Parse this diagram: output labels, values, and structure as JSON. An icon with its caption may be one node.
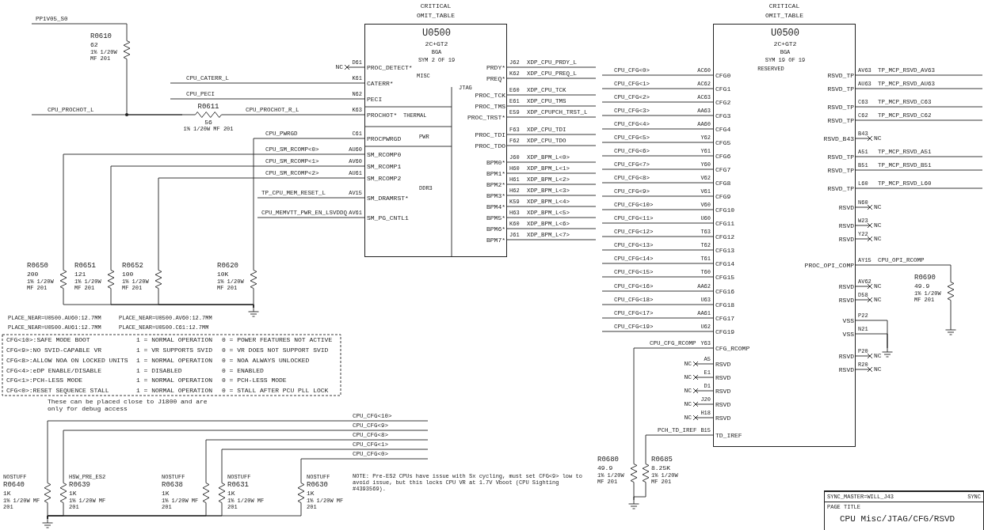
{
  "diagram": {
    "nodes": [
      {
        "text": [
          "CRITICAL",
          "OMIT_TABLE",
          "U0500",
          "2C+GT2",
          "BGA",
          "SYM 2 OF 19",
          "MISC",
          "THERMAL",
          "PWR",
          "DDR3",
          "JTAG",
          "PROC_DETECT*",
          "CATERR*",
          "PECI",
          "PROCHOT*",
          "PROCPWRGD",
          "SM_RCOMP0",
          "SM_RCOMP1",
          "SM_RCOMP2",
          "SM_DRAMRST*",
          "SM_PG_CNTL1",
          "PRDY*",
          "PREQ*",
          "PROC_TCK",
          "PROC_TMS",
          "PROC_TRST*",
          "PROC_TDI",
          "PROC_TDO",
          "BPM0*",
          "BPM1*",
          "BPM2*",
          "BPM3*",
          "BPM4*",
          "BPM5*",
          "BPM6*",
          "BPM7*"
        ],
        "beside": [
          "D61",
          "K61",
          "N62",
          "K63",
          "C61",
          "AU60",
          "AV60",
          "AU61",
          "AV15",
          "AV61",
          "J62",
          "K62",
          "E60",
          "E61",
          "E59",
          "F63",
          "F62",
          "J60",
          "H60",
          "H61",
          "H62",
          "K59",
          "H63",
          "K60",
          "J61"
        ]
      },
      {
        "text": [
          "R0610",
          "62",
          "1% 1/20W MF 201"
        ]
      },
      {
        "text": [
          "R0611",
          "56",
          "1% 1/20W MF 201"
        ]
      },
      {
        "text": [
          "R0650",
          "200",
          "1% 1/20W MF 201"
        ]
      },
      {
        "text": [
          "R0651",
          "121",
          "1% 1/20W MF 201"
        ]
      },
      {
        "text": [
          "R0652",
          "100",
          "1% 1/20W MF 201"
        ]
      },
      {
        "text": [
          "R0620",
          "10K",
          "1% 1/20W MF 201"
        ]
      },
      {
        "text": [
          "CRITICAL",
          "OMIT_TABLE",
          "U0500",
          "2C+GT2",
          "BGA",
          "SYM 19 OF 19",
          "RESERVED",
          "CFG0",
          "CFG1",
          "CFG2",
          "CFG3",
          "CFG4",
          "CFG5",
          "CFG6",
          "CFG7",
          "CFG8",
          "CFG9",
          "CFG10",
          "CFG11",
          "CFG12",
          "CFG13",
          "CFG14",
          "CFG15",
          "CFG16",
          "CFG18",
          "CFG17",
          "CFG19",
          "CFG_RCOMP",
          "RSVD",
          "RSVD",
          "RSVD",
          "RSVD",
          "RSVD",
          "TD_IREF",
          "RSVD_TP",
          "RSVD_TP",
          "RSVD_TP",
          "RSVD_TP",
          "RSVD_B43",
          "RSVD_TP",
          "RSVD_TP",
          "RSVD_TP",
          "RSVD",
          "RSVD",
          "RSVD",
          "PROC_OPI_COMP",
          "RSVD",
          "RSVD",
          "VSS",
          "VSS",
          "RSVD",
          "RSVD"
        ],
        "beside": [
          "AC60",
          "AC62",
          "AC63",
          "AA63",
          "AA60",
          "Y62",
          "Y61",
          "Y60",
          "V62",
          "V61",
          "V60",
          "U60",
          "T63",
          "T62",
          "T61",
          "T60",
          "AA62",
          "U63",
          "AA61",
          "U62",
          "Y63",
          "A5",
          "E1",
          "D1",
          "J20",
          "H18",
          "B15",
          "AV63",
          "AU63",
          "C63",
          "C62",
          "B43",
          "A51",
          "B51",
          "L60",
          "N60",
          "W23",
          "Y22",
          "AY15",
          "AV62",
          "D58",
          "P22",
          "N21",
          "P20",
          "R20"
        ]
      },
      {
        "text": [
          "R0680",
          "49.9",
          "1% 1/20W MF 201"
        ]
      },
      {
        "text": [
          "R0685",
          "8.25K",
          "1% 1/20W MF 201"
        ]
      },
      {
        "text": [
          "R0690",
          "49.9",
          "1% 1/20W MF 201"
        ]
      },
      {
        "text": [
          "NOSTUFF",
          "R0640",
          "1K",
          "1% 1/20W MF 201"
        ]
      },
      {
        "text": [
          "HSW_PRE_ES2",
          "R0639",
          "1K",
          "1% 1/20W MF 201"
        ]
      },
      {
        "text": [
          "NOSTUFF",
          "R0638",
          "1K",
          "1% 1/20W MF 201"
        ]
      },
      {
        "text": [
          "NOSTUFF",
          "R0631",
          "1K",
          "1% 1/20W MF 201"
        ]
      },
      {
        "text": [
          "NOSTUFF",
          "R0630",
          "1K",
          "1% 1/20W MF 201"
        ]
      },
      {
        "text": [],
        "shape": "ground"
      },
      {
        "text": [],
        "shape": "ground"
      },
      {
        "text": [],
        "shape": "ground"
      },
      {
        "text": [],
        "shape": "ground"
      },
      {
        "text": [],
        "shape": "ground"
      }
    ],
    "edges": [
      {
        "from": null,
        "to": 1,
        "arrow": "none",
        "label": "PP1V05_S0"
      },
      {
        "from": 1,
        "to": 2,
        "arrow": "none"
      },
      {
        "from": null,
        "to": 2,
        "arrow": "none",
        "label": "CPU_PROCHOT_L"
      },
      {
        "from": 2,
        "to": 0,
        "arrow": "none",
        "label": "CPU_PROCHOT_R_L"
      },
      {
        "from": null,
        "to": 0,
        "arrow": "none",
        "label": "CPU_CATERR_L"
      },
      {
        "from": null,
        "to": 0,
        "arrow": "none",
        "label": "CPU_PECI"
      },
      {
        "from": 6,
        "to": 0,
        "arrow": "none",
        "label": "CPU_PWRGD"
      },
      {
        "from": 3,
        "to": 0,
        "arrow": "none",
        "label": "CPU_SM_RCOMP<0>"
      },
      {
        "from": 4,
        "to": 0,
        "arrow": "none",
        "label": "CPU_SM_RCOMP<1>"
      },
      {
        "from": 5,
        "to": 0,
        "arrow": "none",
        "label": "CPU_SM_RCOMP<2>"
      },
      {
        "from": null,
        "to": 0,
        "arrow": "none",
        "label": "TP_CPU_MEM_RESET_L"
      },
      {
        "from": null,
        "to": 0,
        "arrow": "none",
        "label": "CPU_MEMVTT_PWR_EN_LSVDDQ"
      },
      {
        "from": 0,
        "to": null,
        "arrow": "none",
        "label": "XDP_CPU_PRDY_L"
      },
      {
        "from": 0,
        "to": null,
        "arrow": "none",
        "label": "XDP_CPU_PREQ_L"
      },
      {
        "from": 0,
        "to": null,
        "arrow": "none",
        "label": "XDP_CPU_TCK"
      },
      {
        "from": 0,
        "to": null,
        "arrow": "none",
        "label": "XDP_CPU_TMS"
      },
      {
        "from": 0,
        "to": null,
        "arrow": "none",
        "label": "XDP_CPUPCH_TRST_L"
      },
      {
        "from": 0,
        "to": null,
        "arrow": "none",
        "label": "XDP_CPU_TDI"
      },
      {
        "from": 0,
        "to": null,
        "arrow": "none",
        "label": "XDP_CPU_TDO"
      },
      {
        "from": 0,
        "to": null,
        "arrow": "none",
        "label": "XDP_BPM_L<0>"
      },
      {
        "from": 0,
        "to": null,
        "arrow": "none",
        "label": "XDP_BPM_L<1>"
      },
      {
        "from": 0,
        "to": null,
        "arrow": "none",
        "label": "XDP_BPM_L<2>"
      },
      {
        "from": 0,
        "to": null,
        "arrow": "none",
        "label": "XDP_BPM_L<3>"
      },
      {
        "from": 0,
        "to": null,
        "arrow": "none",
        "label": "XDP_BPM_L<4>"
      },
      {
        "from": 0,
        "to": null,
        "arrow": "none",
        "label": "XDP_BPM_L<5>"
      },
      {
        "from": 0,
        "to": null,
        "arrow": "none",
        "label": "XDP_BPM_L<6>"
      },
      {
        "from": 0,
        "to": null,
        "arrow": "none",
        "label": "XDP_BPM_L<7>"
      },
      {
        "from": null,
        "to": 7,
        "arrow": "none",
        "label": "CPU_CFG<0>"
      },
      {
        "from": null,
        "to": 7,
        "arrow": "none",
        "label": "CPU_CFG<1>"
      },
      {
        "from": null,
        "to": 7,
        "arrow": "none",
        "label": "CPU_CFG<2>"
      },
      {
        "from": null,
        "to": 7,
        "arrow": "none",
        "label": "CPU_CFG<3>"
      },
      {
        "from": null,
        "to": 7,
        "arrow": "none",
        "label": "CPU_CFG<4>"
      },
      {
        "from": null,
        "to": 7,
        "arrow": "none",
        "label": "CPU_CFG<5>"
      },
      {
        "from": null,
        "to": 7,
        "arrow": "none",
        "label": "CPU_CFG<6>"
      },
      {
        "from": null,
        "to": 7,
        "arrow": "none",
        "label": "CPU_CFG<7>"
      },
      {
        "from": null,
        "to": 7,
        "arrow": "none",
        "label": "CPU_CFG<8>"
      },
      {
        "from": null,
        "to": 7,
        "arrow": "none",
        "label": "CPU_CFG<9>"
      },
      {
        "from": null,
        "to": 7,
        "arrow": "none",
        "label": "CPU_CFG<10>"
      },
      {
        "from": null,
        "to": 7,
        "arrow": "none",
        "label": "CPU_CFG<11>"
      },
      {
        "from": null,
        "to": 7,
        "arrow": "none",
        "label": "CPU_CFG<12>"
      },
      {
        "from": null,
        "to": 7,
        "arrow": "none",
        "label": "CPU_CFG<13>"
      },
      {
        "from": null,
        "to": 7,
        "arrow": "none",
        "label": "CPU_CFG<14>"
      },
      {
        "from": null,
        "to": 7,
        "arrow": "none",
        "label": "CPU_CFG<15>"
      },
      {
        "from": null,
        "to": 7,
        "arrow": "none",
        "label": "CPU_CFG<16>"
      },
      {
        "from": null,
        "to": 7,
        "arrow": "none",
        "label": "CPU_CFG<18>"
      },
      {
        "from": null,
        "to": 7,
        "arrow": "none",
        "label": "CPU_CFG<17>"
      },
      {
        "from": null,
        "to": 7,
        "arrow": "none",
        "label": "CPU_CFG<19>"
      },
      {
        "from": 8,
        "to": 7,
        "arrow": "none",
        "label": "CPU_CFG_RCOMP"
      },
      {
        "from": 9,
        "to": 7,
        "arrow": "none",
        "label": "PCH_TD_IREF"
      },
      {
        "from": 7,
        "to": null,
        "arrow": "none",
        "label": "TP_MCP_RSVD_AV63"
      },
      {
        "from": 7,
        "to": null,
        "arrow": "none",
        "label": "TP_MCP_RSVD_AU63"
      },
      {
        "from": 7,
        "to": null,
        "arrow": "none",
        "label": "TP_MCP_RSVD_C63"
      },
      {
        "from": 7,
        "to": null,
        "arrow": "none",
        "label": "TP_MCP_RSVD_C62"
      },
      {
        "from": 7,
        "to": null,
        "arrow": "none",
        "label": "TP_MCP_RSVD_A51"
      },
      {
        "from": 7,
        "to": null,
        "arrow": "none",
        "label": "TP_MCP_RSVD_B51"
      },
      {
        "from": 7,
        "to": null,
        "arrow": "none",
        "label": "TP_MCP_RSVD_L60"
      },
      {
        "from": 7,
        "to": 10,
        "arrow": "none",
        "label": "CPU_OPI_RCOMP"
      },
      {
        "from": 11,
        "to": null,
        "arrow": "none",
        "label": "CPU_CFG<10>"
      },
      {
        "from": 12,
        "to": null,
        "arrow": "none",
        "label": "CPU_CFG<9>"
      },
      {
        "from": 13,
        "to": null,
        "arrow": "none",
        "label": "CPU_CFG<8>"
      },
      {
        "from": 14,
        "to": null,
        "arrow": "none",
        "label": "CPU_CFG<1>"
      },
      {
        "from": 15,
        "to": null,
        "arrow": "none",
        "label": "CPU_CFG<0>"
      },
      {
        "from": 3,
        "to": 16,
        "arrow": "none"
      },
      {
        "from": 4,
        "to": 16,
        "arrow": "none"
      },
      {
        "from": 5,
        "to": 16,
        "arrow": "none"
      },
      {
        "from": 6,
        "to": 16,
        "arrow": "none"
      },
      {
        "from": 7,
        "to": 17,
        "arrow": "none"
      },
      {
        "from": 7,
        "to": 17,
        "arrow": "none"
      },
      {
        "from": 8,
        "to": 18,
        "arrow": "none"
      },
      {
        "from": 9,
        "to": 18,
        "arrow": "none"
      },
      {
        "from": 10,
        "to": 19,
        "arrow": "none"
      },
      {
        "from": 11,
        "to": 20,
        "arrow": "none"
      },
      {
        "from": 12,
        "to": 20,
        "arrow": "none"
      },
      {
        "from": 13,
        "to": 20,
        "arrow": "none"
      },
      {
        "from": 14,
        "to": 20,
        "arrow": "none"
      },
      {
        "from": 15,
        "to": 20,
        "arrow": "none"
      }
    ],
    "labels": [
      "PLACE_NEAR=U0500.AU60:12.7MM",
      "PLACE_NEAR=U0500.AV60:12.7MM",
      "PLACE_NEAR=U0500.AU61:12.7MM",
      "PLACE_NEAR=U0500.C61:12.7MM",
      "NC",
      "NC",
      "NC",
      "NC",
      "NC",
      "NC",
      "NC",
      "NC",
      "NC",
      "NC",
      "NC",
      "NC",
      "NC",
      "NC",
      "CFG<10>:SAFE MODE BOOT",
      "1 = NORMAL OPERATION",
      "0 = POWER FEATURES NOT ACTIVE",
      "CFG<9>:NO SVID-CAPABLE VR",
      "1 = VR SUPPORTS SVID",
      "0 = VR DOES NOT SUPPORT SVID",
      "CFG<8>:ALLOW NOA ON LOCKED UNITS",
      "1 = NORMAL OPERATION",
      "0 = NOA ALWAYS UNLOCKED",
      "CFG<4>:eDP ENABLE/DISABLE",
      "1 = DISABLED",
      "0 = ENABLED",
      "CFG<1>:PCH-LESS MODE",
      "1 = NORMAL OPERATION",
      "0 = PCH-LESS MODE",
      "CFG<0>:RESET SEQUENCE STALL",
      "1 = NORMAL OPERATION",
      "0 = STALL AFTER PCU PLL LOCK",
      "These can be placed close to J1800 and are only for debug access",
      "NOTE: Pre-ES2 CPUs have issue with Sx cycling, must set CFG<9> low to avoid issue, but this locks CPU VR at 1.7V Vboot (CPU Sighting #4393569).",
      "SYNC_MASTER=WILL_J43",
      "SYNC",
      "PAGE TITLE",
      "CPU Misc/JTAG/CFG/RSVD"
    ]
  }
}
